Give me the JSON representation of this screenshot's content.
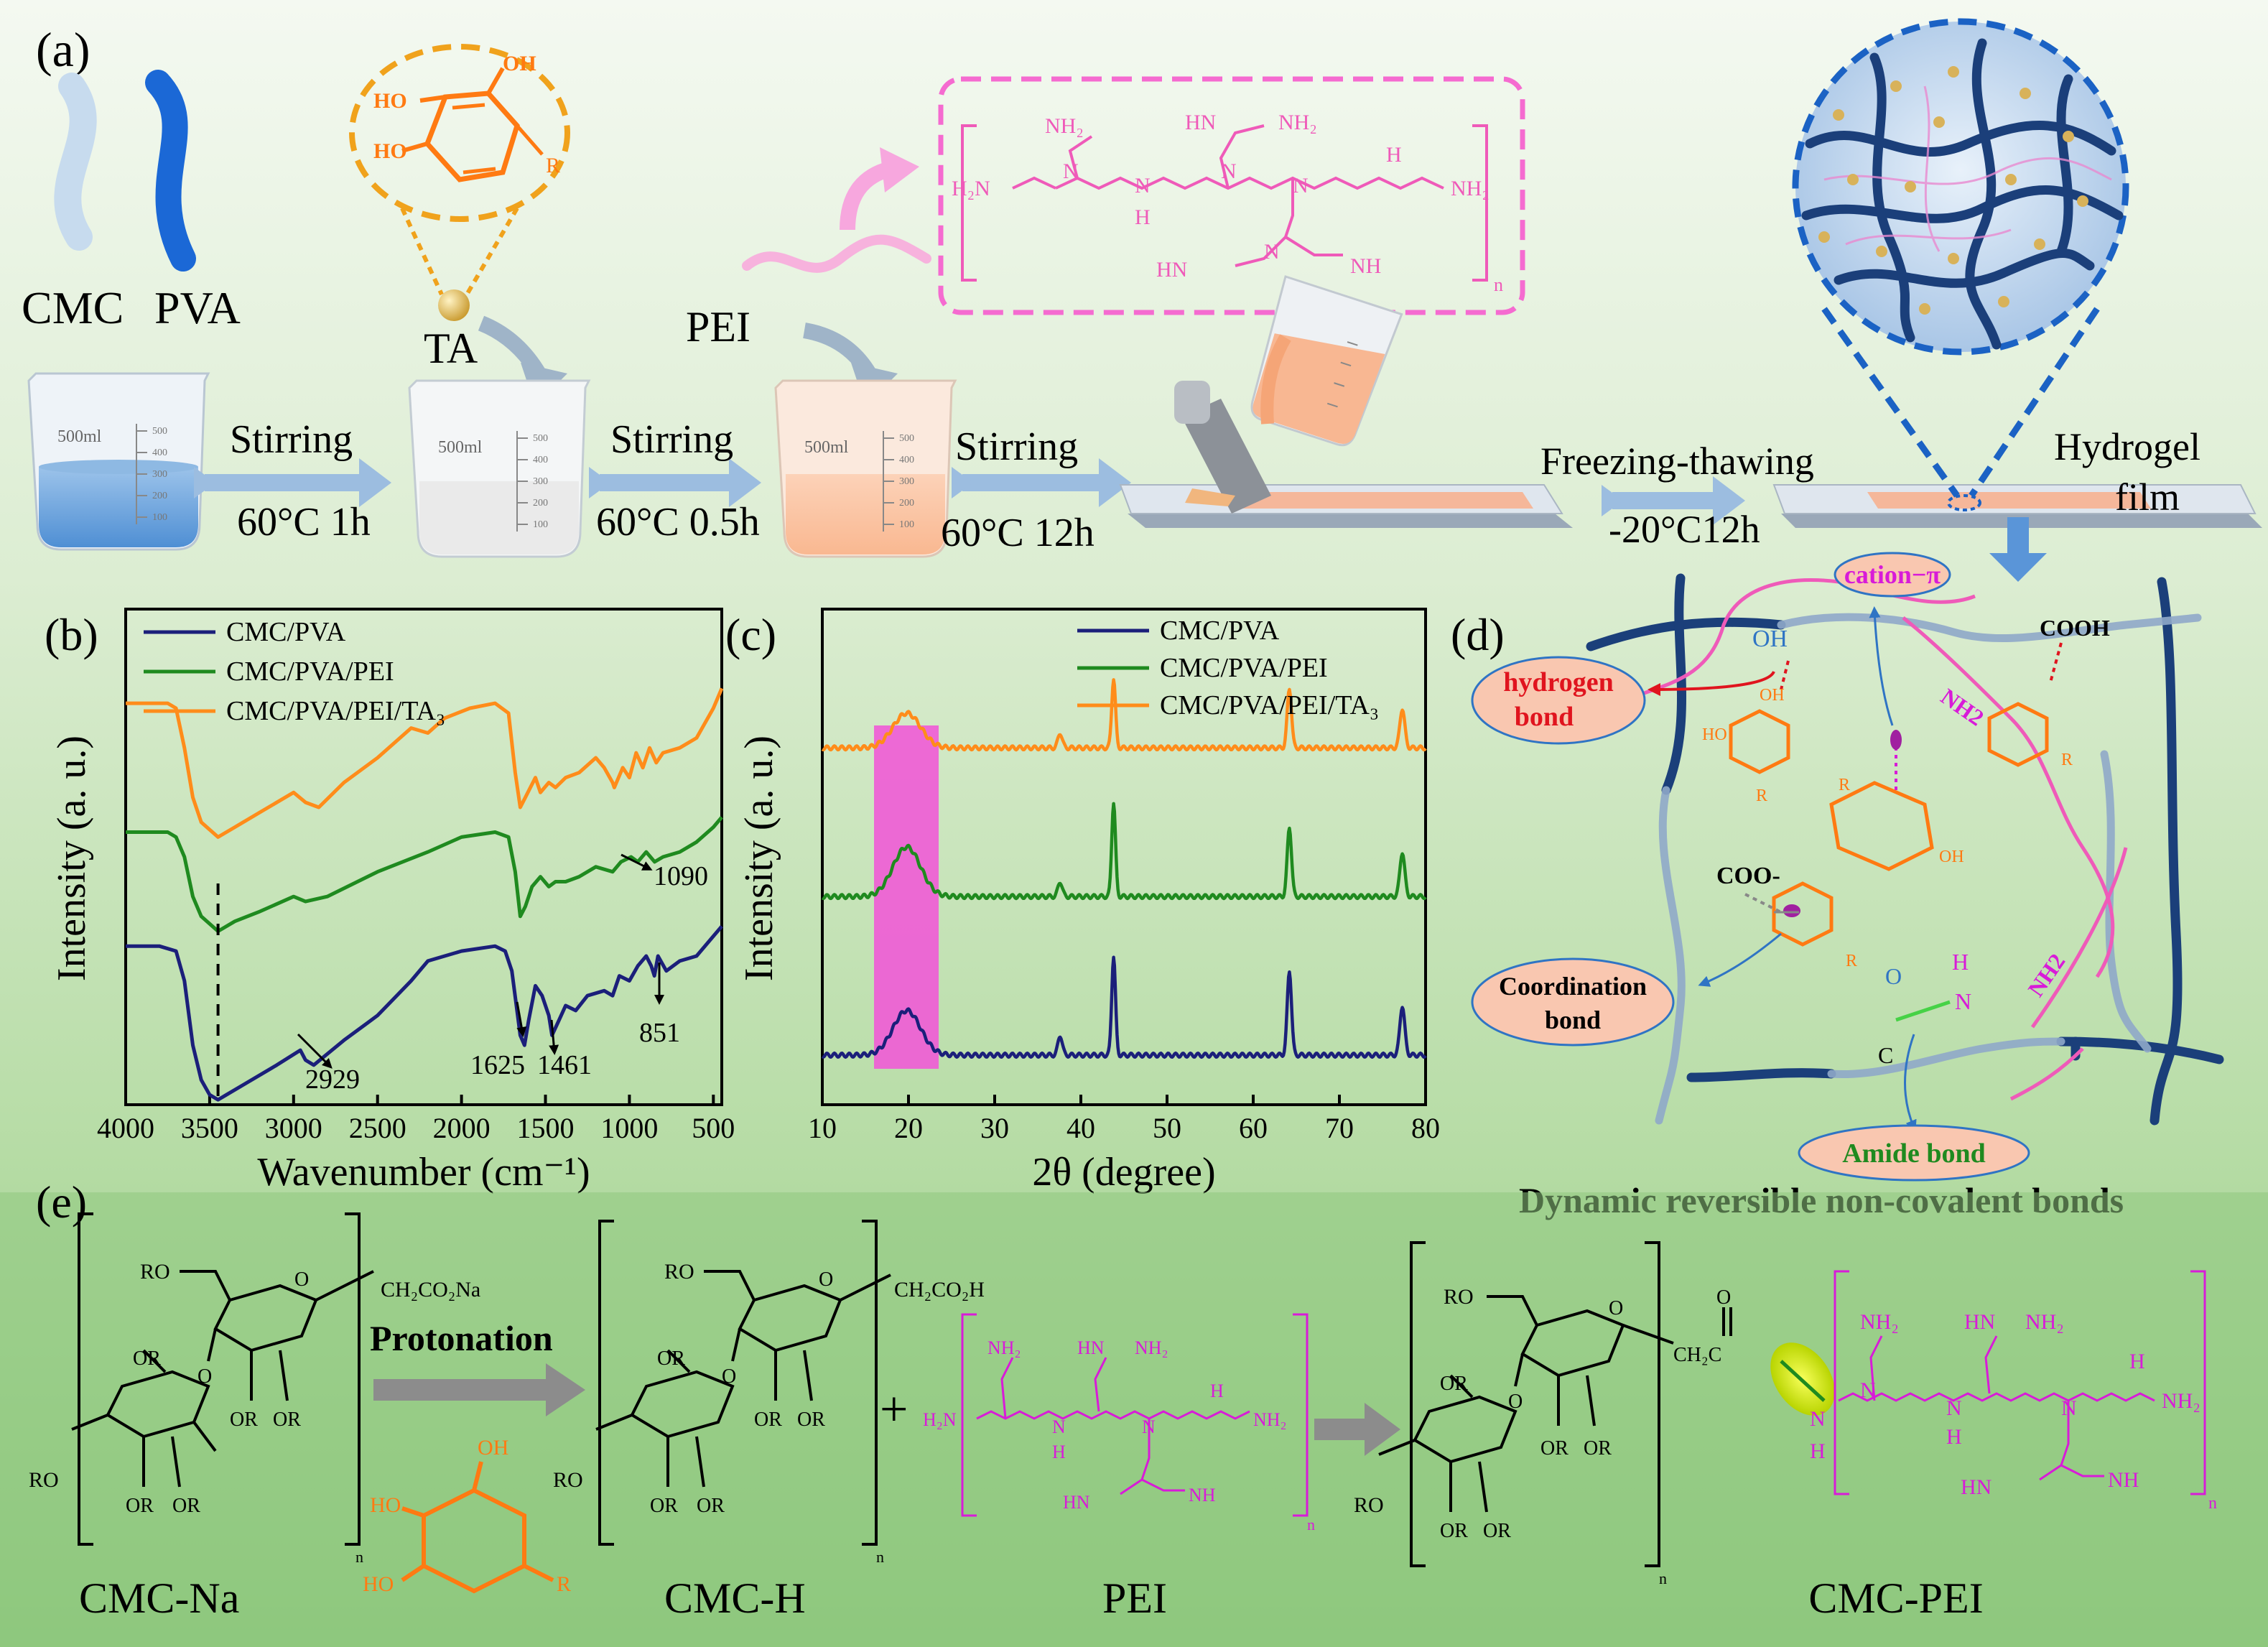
{
  "panel_a": {
    "label": "(a)",
    "cmc": "CMC",
    "pva": "PVA",
    "ta": "TA",
    "pei": "PEI",
    "step1_top": "Stirring",
    "step1_bottom": "60°C 1h",
    "step2_top": "Stirring",
    "step2_bottom": "60°C 0.5h",
    "step3_top": "Stirring",
    "step3_bottom": "60°C 12h",
    "step4_top": "Freezing-thawing",
    "step4_bottom": "-20°C12h",
    "product_line1": "Hydrogel",
    "product_line2": "film",
    "beaker_label": "500ml",
    "beaker_ticks": [
      "500",
      "400",
      "300",
      "200",
      "100"
    ],
    "ta_oh1": "OH",
    "ta_oh2": "HO",
    "ta_oh3": "HO",
    "ta_r": "R",
    "pei_groups": {
      "h2n": "H₂N",
      "nh2_a": "NH₂",
      "hn_a": "HN",
      "nh2_b": "NH₂",
      "h_a": "H",
      "n_a": "N",
      "n_b": "N",
      "n_c": "N",
      "n_d": "N",
      "h_b": "H",
      "nh2_c": "NH₂",
      "hn_b": "HN",
      "n_e": "N",
      "nh_a": "NH",
      "sub_n": "n"
    }
  },
  "panel_b": {
    "label": "(b)",
    "peak_1090": "1090",
    "peak_2929": "2929",
    "peak_1625": "1625",
    "peak_1461": "1461",
    "peak_851": "851"
  },
  "panel_c": {
    "label": "(c)"
  },
  "panel_d": {
    "label": "(d)",
    "cation_pi": "cation−π",
    "oh": "OH",
    "cooh": "COOH",
    "nh2_1": "NH2",
    "nh2_2": "NH2",
    "coo": "COO-",
    "hydrogen_1": "hydrogen",
    "hydrogen_2": "bond",
    "coord_1": "Coordination",
    "coord_2": "bond",
    "amide": "Amide bond",
    "amide_o": "O",
    "amide_c": "C",
    "amide_h": "H",
    "amide_n": "N",
    "ring_oh": "OH",
    "ring_ho": "HO",
    "ring_r": "R",
    "dynamic": "Dynamic reversible non-covalent bonds"
  },
  "panel_e": {
    "label": "(e)",
    "protonation": "Protonation",
    "cmc_na": "CMC-Na",
    "cmc_h": "CMC-H",
    "pei": "PEI",
    "cmc_pei": "CMC-PEI",
    "ch2co2na": "CH₂CO₂Na",
    "ch2co2h": "CH₂CO₂H",
    "ch2c": "CH₂C",
    "o_dbl": "O",
    "ro": "RO",
    "or": "OR",
    "o": "O",
    "plus": "+",
    "n_sub": "n",
    "ta_oh": "OH",
    "ta_ho": "HO",
    "ta_r": "R",
    "amide_n": "N",
    "amide_h": "H"
  },
  "colors": {
    "navy": "#1b1f7a",
    "green": "#1f8a1f",
    "orange": "#ff8c1a",
    "pink": "#e8309c",
    "magenta": "#d81bd8",
    "bg_top": "#f3f8ef",
    "bg_bottom": "#8fc97f",
    "arrow": "#9cbde0"
  },
  "chart_data": [
    {
      "type": "line",
      "panel": "b",
      "xlabel": "Wavenumber (cm⁻¹)",
      "ylabel": "Intensity (a. u.)",
      "xlim": [
        4000,
        450
      ],
      "x_reversed": true,
      "x_ticks": [
        4000,
        3500,
        3000,
        2500,
        2000,
        1500,
        1000,
        500
      ],
      "legend": "top-left",
      "series": [
        {
          "name": "CMC/PVA",
          "color": "#1b1f7a",
          "points": [
            [
              4000,
              0.32
            ],
            [
              3800,
              0.32
            ],
            [
              3700,
              0.31
            ],
            [
              3650,
              0.25
            ],
            [
              3600,
              0.12
            ],
            [
              3550,
              0.05
            ],
            [
              3500,
              0.02
            ],
            [
              3450,
              0.01
            ],
            [
              3400,
              0.02
            ],
            [
              3300,
              0.04
            ],
            [
              3100,
              0.08
            ],
            [
              2960,
              0.11
            ],
            [
              2929,
              0.09
            ],
            [
              2880,
              0.08
            ],
            [
              2700,
              0.13
            ],
            [
              2500,
              0.18
            ],
            [
              2300,
              0.25
            ],
            [
              2200,
              0.29
            ],
            [
              2000,
              0.31
            ],
            [
              1800,
              0.32
            ],
            [
              1740,
              0.31
            ],
            [
              1700,
              0.27
            ],
            [
              1650,
              0.14
            ],
            [
              1625,
              0.12
            ],
            [
              1600,
              0.17
            ],
            [
              1560,
              0.24
            ],
            [
              1520,
              0.22
            ],
            [
              1480,
              0.18
            ],
            [
              1461,
              0.14
            ],
            [
              1420,
              0.17
            ],
            [
              1380,
              0.2
            ],
            [
              1320,
              0.19
            ],
            [
              1250,
              0.22
            ],
            [
              1150,
              0.23
            ],
            [
              1100,
              0.22
            ],
            [
              1060,
              0.26
            ],
            [
              1000,
              0.25
            ],
            [
              950,
              0.28
            ],
            [
              900,
              0.3
            ],
            [
              870,
              0.28
            ],
            [
              851,
              0.26
            ],
            [
              830,
              0.3
            ],
            [
              780,
              0.27
            ],
            [
              700,
              0.29
            ],
            [
              600,
              0.3
            ],
            [
              500,
              0.34
            ],
            [
              450,
              0.36
            ]
          ]
        },
        {
          "name": "CMC/PVA/PEI",
          "color": "#1f8a1f",
          "points": [
            [
              4000,
              0.55
            ],
            [
              3750,
              0.55
            ],
            [
              3700,
              0.54
            ],
            [
              3650,
              0.5
            ],
            [
              3600,
              0.42
            ],
            [
              3550,
              0.38
            ],
            [
              3450,
              0.35
            ],
            [
              3350,
              0.37
            ],
            [
              3200,
              0.39
            ],
            [
              3000,
              0.42
            ],
            [
              2929,
              0.41
            ],
            [
              2800,
              0.42
            ],
            [
              2500,
              0.47
            ],
            [
              2200,
              0.51
            ],
            [
              2000,
              0.54
            ],
            [
              1800,
              0.55
            ],
            [
              1720,
              0.54
            ],
            [
              1680,
              0.47
            ],
            [
              1650,
              0.38
            ],
            [
              1620,
              0.4
            ],
            [
              1580,
              0.44
            ],
            [
              1530,
              0.46
            ],
            [
              1480,
              0.44
            ],
            [
              1440,
              0.45
            ],
            [
              1380,
              0.45
            ],
            [
              1300,
              0.46
            ],
            [
              1200,
              0.48
            ],
            [
              1100,
              0.47
            ],
            [
              1050,
              0.49
            ],
            [
              990,
              0.5
            ],
            [
              950,
              0.49
            ],
            [
              900,
              0.51
            ],
            [
              850,
              0.49
            ],
            [
              800,
              0.5
            ],
            [
              700,
              0.51
            ],
            [
              600,
              0.53
            ],
            [
              500,
              0.56
            ],
            [
              450,
              0.58
            ]
          ]
        },
        {
          "name": "CMC/PVA/PEI/TA₃",
          "color": "#ff8c1a",
          "points": [
            [
              4000,
              0.81
            ],
            [
              3750,
              0.81
            ],
            [
              3700,
              0.8
            ],
            [
              3650,
              0.72
            ],
            [
              3600,
              0.62
            ],
            [
              3550,
              0.57
            ],
            [
              3450,
              0.54
            ],
            [
              3350,
              0.56
            ],
            [
              3200,
              0.59
            ],
            [
              3000,
              0.63
            ],
            [
              2929,
              0.61
            ],
            [
              2850,
              0.6
            ],
            [
              2700,
              0.65
            ],
            [
              2500,
              0.7
            ],
            [
              2300,
              0.76
            ],
            [
              2200,
              0.75
            ],
            [
              2100,
              0.78
            ],
            [
              1950,
              0.8
            ],
            [
              1800,
              0.81
            ],
            [
              1720,
              0.79
            ],
            [
              1680,
              0.67
            ],
            [
              1650,
              0.6
            ],
            [
              1620,
              0.62
            ],
            [
              1560,
              0.66
            ],
            [
              1530,
              0.63
            ],
            [
              1480,
              0.65
            ],
            [
              1440,
              0.64
            ],
            [
              1380,
              0.66
            ],
            [
              1300,
              0.67
            ],
            [
              1200,
              0.7
            ],
            [
              1150,
              0.68
            ],
            [
              1100,
              0.65
            ],
            [
              1090,
              0.64
            ],
            [
              1040,
              0.68
            ],
            [
              1000,
              0.66
            ],
            [
              960,
              0.71
            ],
            [
              920,
              0.68
            ],
            [
              880,
              0.72
            ],
            [
              840,
              0.69
            ],
            [
              800,
              0.71
            ],
            [
              700,
              0.72
            ],
            [
              600,
              0.74
            ],
            [
              500,
              0.8
            ],
            [
              450,
              0.84
            ]
          ]
        }
      ],
      "annotations": [
        1090,
        2929,
        1625,
        1461,
        851
      ],
      "dashed_line_x": 3450
    },
    {
      "type": "line",
      "panel": "c",
      "xlabel": "2θ (degree)",
      "ylabel": "Intensity (a. u.)",
      "xlim": [
        10,
        80
      ],
      "x_ticks": [
        10,
        20,
        30,
        40,
        50,
        60,
        70,
        80
      ],
      "highlight_range": [
        16,
        23.5
      ],
      "legend": "top-right",
      "series": [
        {
          "name": "CMC/PVA",
          "color": "#1b1f7a",
          "baseline": 0.1,
          "peaks": [
            [
              19.8,
              0.09,
              1.6
            ],
            [
              37.6,
              0.04,
              0.25
            ],
            [
              43.8,
              0.2,
              0.22
            ],
            [
              64.2,
              0.17,
              0.25
            ],
            [
              77.3,
              0.1,
              0.28
            ]
          ]
        },
        {
          "name": "CMC/PVA/PEI",
          "color": "#1f8a1f",
          "baseline": 0.42,
          "peaks": [
            [
              19.8,
              0.1,
              1.6
            ],
            [
              37.6,
              0.03,
              0.25
            ],
            [
              43.8,
              0.19,
              0.22
            ],
            [
              64.2,
              0.14,
              0.25
            ],
            [
              77.3,
              0.09,
              0.28
            ]
          ]
        },
        {
          "name": "CMC/PVA/PEI/TA₃",
          "color": "#ff8c1a",
          "baseline": 0.72,
          "peaks": [
            [
              19.8,
              0.07,
              1.6
            ],
            [
              37.6,
              0.03,
              0.25
            ],
            [
              43.8,
              0.14,
              0.22
            ],
            [
              64.2,
              0.12,
              0.25
            ],
            [
              77.3,
              0.08,
              0.28
            ]
          ]
        }
      ]
    }
  ]
}
